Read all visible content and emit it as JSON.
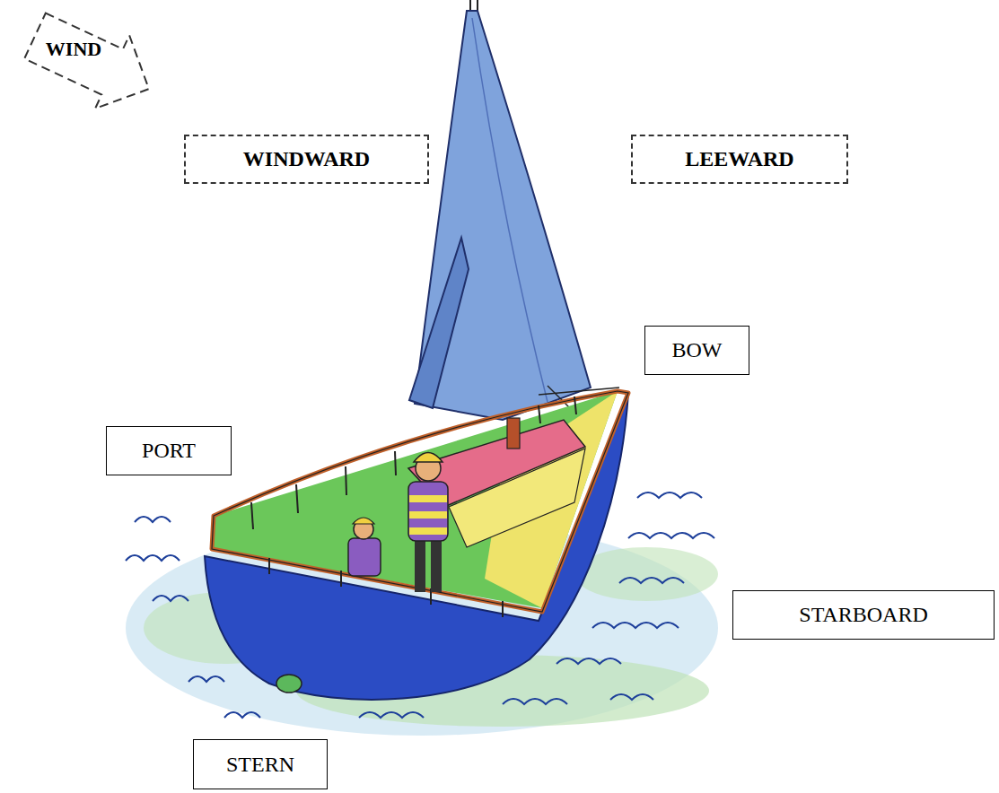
{
  "diagram": {
    "nodes": [
      {
        "text": [
          "WIND"
        ]
      },
      {
        "text": [
          "WINDWARD"
        ]
      },
      {
        "text": [
          "LEEWARD"
        ]
      },
      {
        "text": [
          "BOW"
        ]
      },
      {
        "text": [
          "PORT"
        ]
      },
      {
        "text": [
          "STARBOARD"
        ]
      },
      {
        "text": [
          "STERN"
        ]
      }
    ]
  }
}
